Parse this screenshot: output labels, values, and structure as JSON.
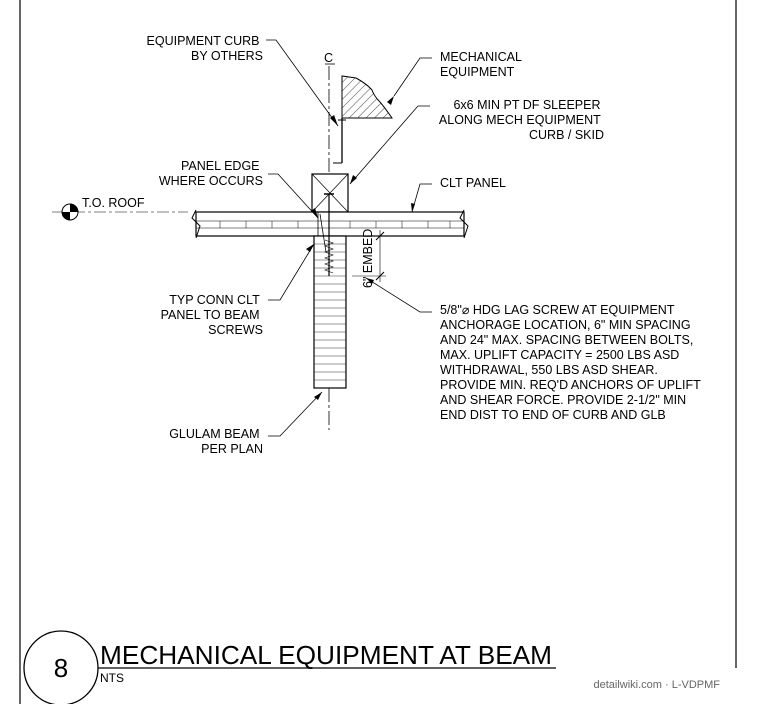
{
  "labels": {
    "equipment_curb": [
      "EQUIPMENT CURB",
      "BY OTHERS"
    ],
    "centerline": "C",
    "mechanical_equipment": [
      "MECHANICAL",
      "EQUIPMENT"
    ],
    "sleeper": [
      "6x6 MIN PT DF SLEEPER",
      "ALONG MECH EQUIPMENT",
      "CURB / SKID"
    ],
    "panel_edge": [
      "PANEL EDGE",
      "WHERE OCCURS"
    ],
    "clt_panel": "CLT PANEL",
    "roof_level": "T.O. ROOF",
    "embed": "6\" EMBED",
    "conn_screws": [
      "TYP CONN CLT",
      "PANEL TO BEAM",
      "SCREWS"
    ],
    "lag_screw_note": [
      "5/8\"⌀ HDG LAG SCREW AT EQUIPMENT",
      "ANCHORAGE LOCATION, 6\" MIN SPACING",
      "AND 24\" MAX. SPACING BETWEEN BOLTS,",
      "MAX. UPLIFT CAPACITY = 2500 LBS ASD",
      "WITHDRAWAL, 550 LBS ASD SHEAR.",
      "PROVIDE MIN. REQ'D ANCHORS OF UPLIFT",
      "AND SHEAR FORCE. PROVIDE 2-1/2\" MIN",
      "END DIST TO END OF CURB AND GLB"
    ],
    "glulam_beam": [
      "GLULAM BEAM",
      "PER PLAN"
    ]
  },
  "title_block": {
    "detail_number": "8",
    "title": "MECHANICAL EQUIPMENT AT BEAM",
    "scale": "NTS"
  },
  "watermark": "detailwiki.com · L-VDPMF"
}
